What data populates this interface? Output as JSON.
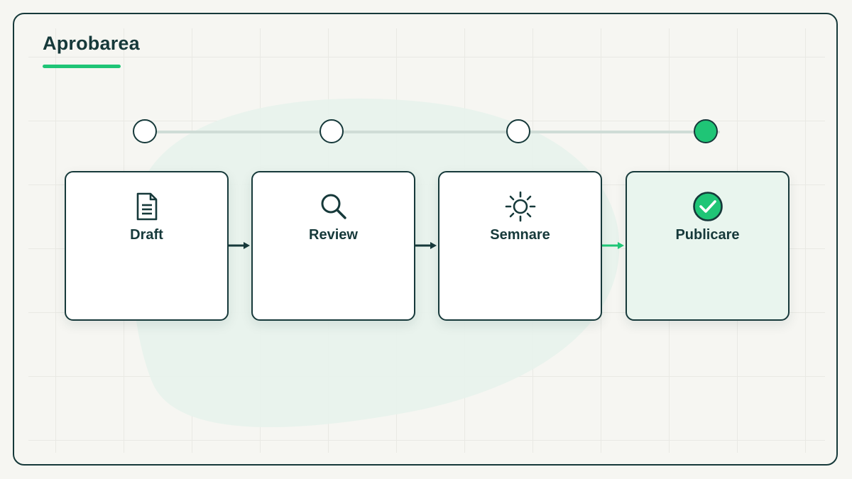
{
  "diagram": {
    "title": "Aprobarea",
    "steps": [
      {
        "label": "Draft",
        "icon": "document-icon",
        "state": "pending"
      },
      {
        "label": "Review",
        "icon": "search-icon",
        "state": "pending"
      },
      {
        "label": "Semnare",
        "icon": "sun-icon",
        "state": "pending"
      },
      {
        "label": "Publicare",
        "icon": "check-circle-icon",
        "state": "done"
      }
    ],
    "colors": {
      "ink": "#16393a",
      "accent": "#1fc576",
      "card": "#ffffff",
      "final_card": "#e9f5ee",
      "track": "#cfdcd6"
    }
  }
}
